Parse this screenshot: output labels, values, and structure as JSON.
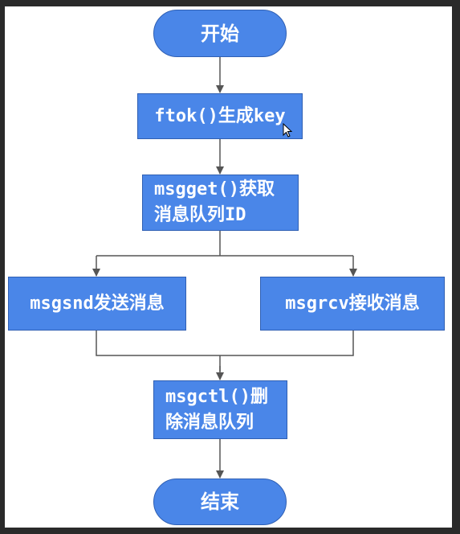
{
  "diagram": {
    "nodes": {
      "start": "开始",
      "ftok": "ftok()生成key",
      "msgget": "msgget()获取\n消息队列ID",
      "msgsnd": "msgsnd发送消息",
      "msgrcv": "msgrcv接收消息",
      "msgctl": "msgctl()删\n除消息队列",
      "end": "结束"
    },
    "colors": {
      "node_fill": "#4a86e8",
      "node_border": "#2f5fb3",
      "node_text": "#ffffff",
      "connector": "#555555",
      "background": "#ffffff"
    }
  }
}
